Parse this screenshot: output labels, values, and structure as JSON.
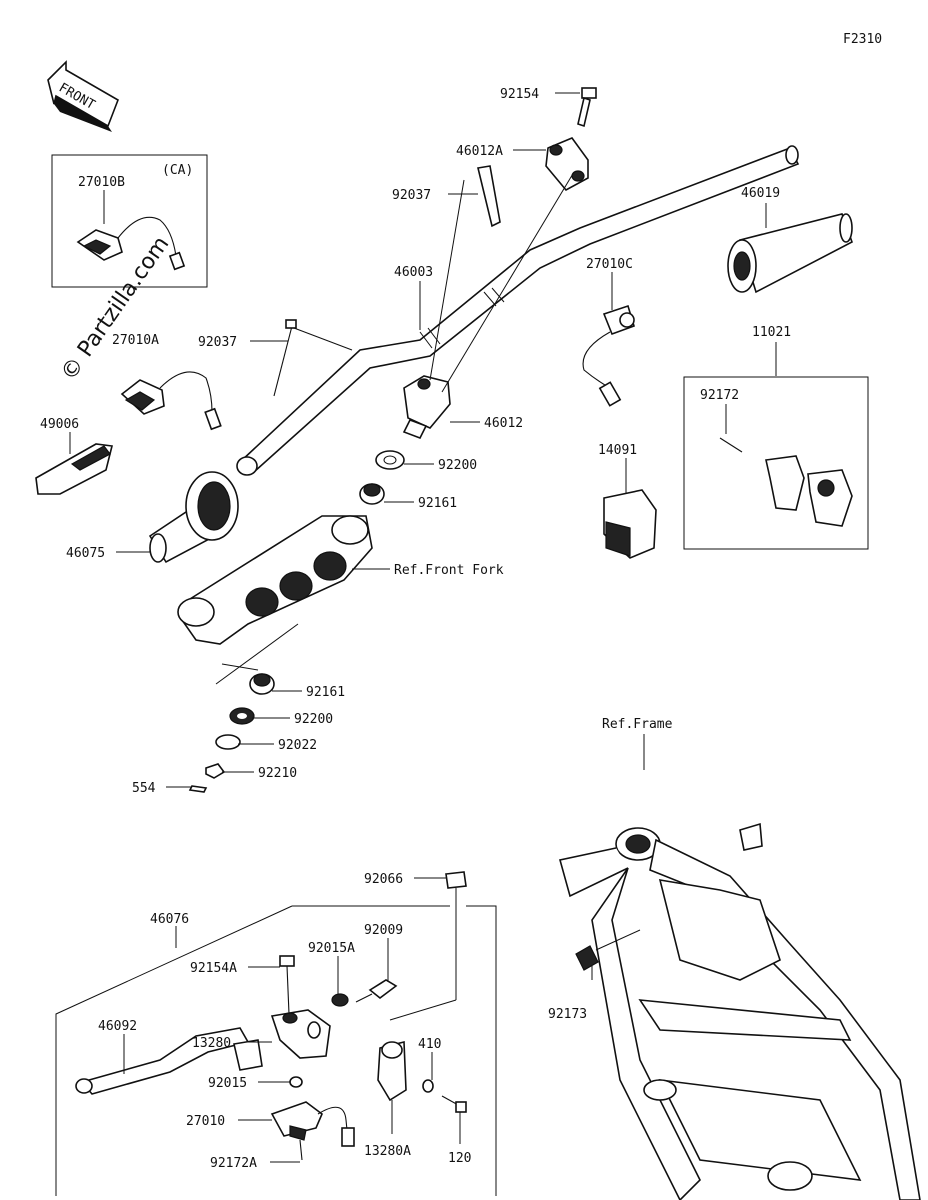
{
  "figure_code": "F2310",
  "watermark": "© Partzilla.com",
  "front_arrow": "FRONT",
  "ca_box_tag": "(CA)",
  "references": {
    "front_fork": "Ref.Front Fork",
    "frame": "Ref.Frame"
  },
  "parts": [
    "92154",
    "46012A",
    "92037",
    "46019",
    "46003",
    "27010C",
    "92037",
    "46012",
    "11021",
    "92172",
    "92200",
    "92161",
    "14091",
    "27010B",
    "27010A",
    "49006",
    "46075",
    "92161",
    "92200",
    "92022",
    "92210",
    "554",
    "92066",
    "46076",
    "92009",
    "92015A",
    "92154A",
    "13280",
    "46092",
    "92015",
    "410",
    "27010",
    "13280A",
    "120",
    "92172A",
    "92173"
  ]
}
